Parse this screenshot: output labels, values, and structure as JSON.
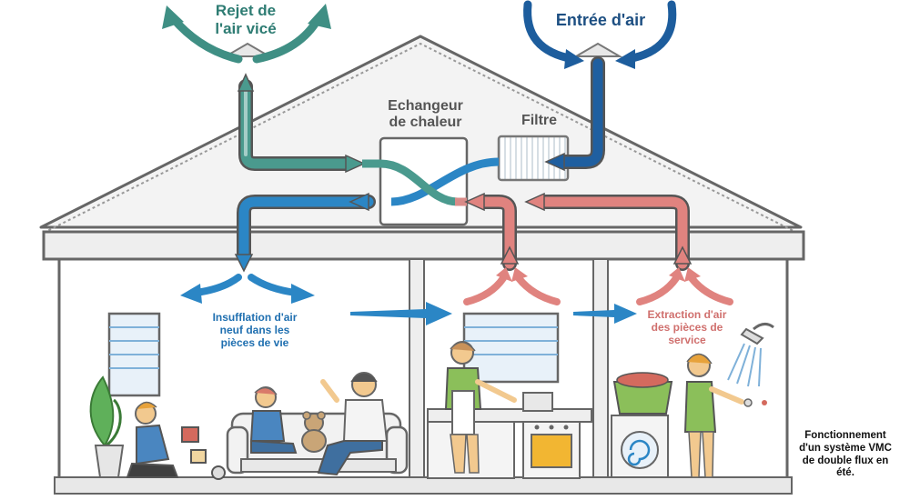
{
  "labels": {
    "exhaust_line1": "Rejet de",
    "exhaust_line2": "l'air vicé",
    "intake": "Entrée d'air",
    "exchanger_line1": "Echangeur",
    "exchanger_line2": "de chaleur",
    "filter": "Filtre",
    "supply_line1": "Insufflation d'air",
    "supply_line2": "neuf dans les",
    "supply_line3": "pièces de vie",
    "extract_line1": "Extraction d'air",
    "extract_line2": "des pièces de",
    "extract_line3": "service"
  },
  "caption": {
    "line1": "Fonctionnement",
    "line2": "d'un système VMC",
    "line3": "de double flux en",
    "line4": "été."
  },
  "colors": {
    "exhaust": "#3f8f84",
    "intake": "#1f5fa0",
    "supply": "#2b86c5",
    "extract": "#e0837f",
    "outline": "#555555",
    "roof": "#f2f2f2",
    "wall": "#ffffff"
  }
}
